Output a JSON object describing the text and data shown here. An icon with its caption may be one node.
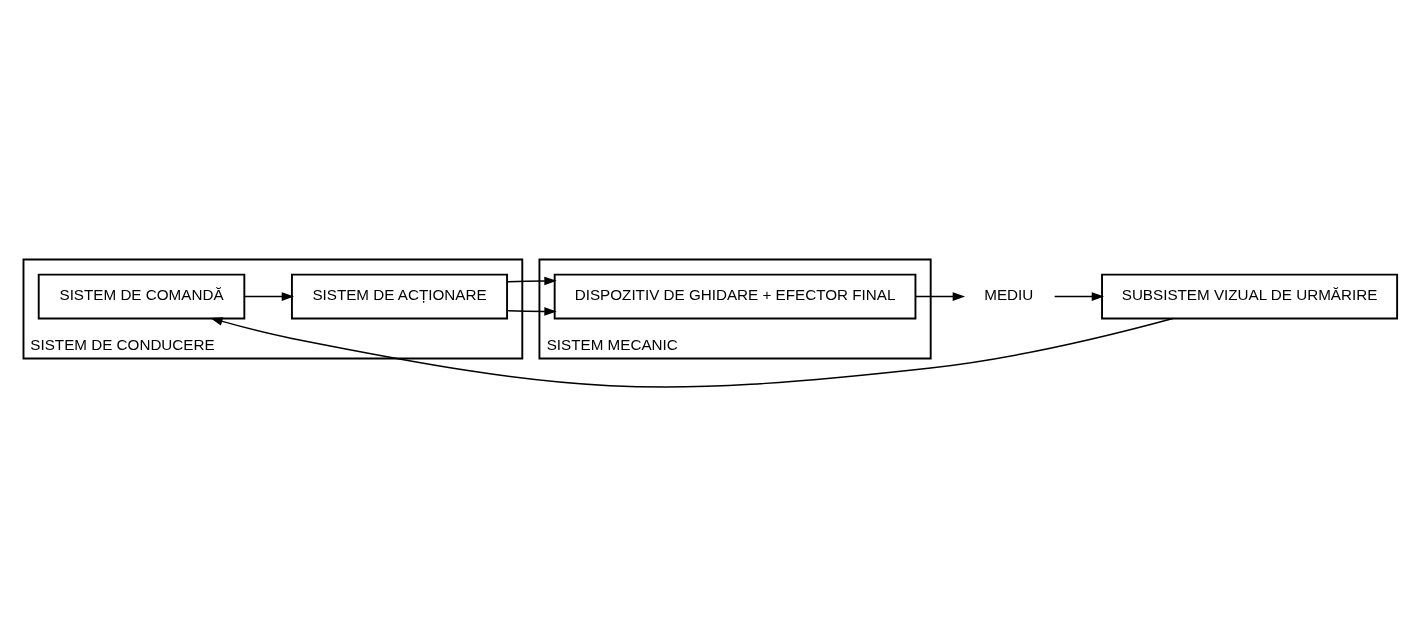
{
  "diagram": {
    "nodes": [
      {
        "text": [
          "SISTEM DE CONDUCERE"
        ]
      },
      {
        "text": [
          "SISTEM DE COMANDĂ"
        ],
        "in": 0
      },
      {
        "text": [
          "SISTEM DE ACȚIONARE"
        ],
        "in": 0
      },
      {
        "text": [
          "SISTEM MECANIC"
        ]
      },
      {
        "text": [
          "DISPOZITIV DE GHIDARE + EFECTOR FINAL"
        ],
        "in": 3
      },
      {
        "text": [
          "MEDIU"
        ]
      },
      {
        "text": [
          "SUBSISTEM VIZUAL DE URMĂRIRE"
        ]
      }
    ],
    "edges": [
      {
        "from": 1,
        "to": 2,
        "arrow": "to"
      },
      {
        "from": 2,
        "to": 4,
        "arrow": "to"
      },
      {
        "from": 2,
        "to": 4,
        "arrow": "to"
      },
      {
        "from": 4,
        "to": 5,
        "arrow": "to"
      },
      {
        "from": 5,
        "to": 6,
        "arrow": "to"
      },
      {
        "from": 6,
        "to": 1,
        "arrow": "to"
      }
    ]
  }
}
